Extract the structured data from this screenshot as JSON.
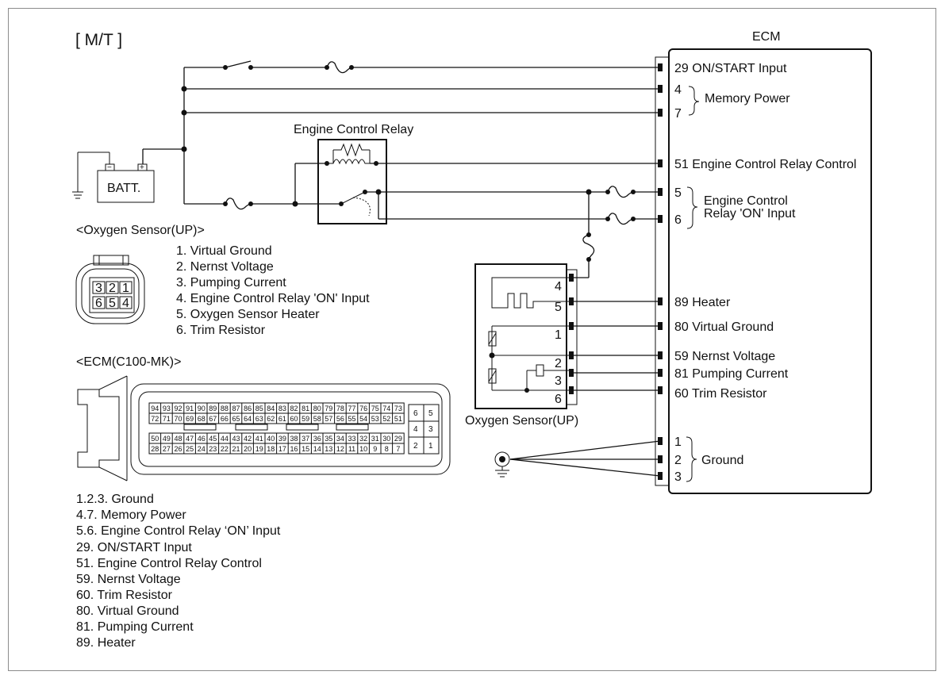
{
  "header": {
    "title": "[ M/T ]"
  },
  "ecm": {
    "title": "ECM",
    "pins": [
      {
        "no": "29",
        "label": "ON/START Input"
      },
      {
        "no": "4",
        "label": ""
      },
      {
        "no": "7",
        "label": ""
      },
      {
        "no": "51",
        "label": "Engine Control Relay Control"
      },
      {
        "no": "5",
        "label": ""
      },
      {
        "no": "6",
        "label": ""
      },
      {
        "no": "89",
        "label": "Heater"
      },
      {
        "no": "80",
        "label": "Virtual Ground"
      },
      {
        "no": "59",
        "label": "Nernst Voltage"
      },
      {
        "no": "81",
        "label": "Pumping Current"
      },
      {
        "no": "60",
        "label": "Trim Resistor"
      },
      {
        "no": "1",
        "label": ""
      },
      {
        "no": "2",
        "label": ""
      },
      {
        "no": "3",
        "label": ""
      }
    ],
    "groups": {
      "memory_power": "Memory Power",
      "relay_on_line1": "Engine Control",
      "relay_on_line2": "Relay 'ON' Input",
      "ground": "Ground"
    }
  },
  "battery": {
    "label": "BATT.",
    "minus": "−",
    "plus": "+"
  },
  "relay": {
    "title": "Engine Control Relay"
  },
  "o2_sensor": {
    "title": "Oxygen Sensor(UP)",
    "pins": [
      "4",
      "5",
      "1",
      "2",
      "3",
      "6"
    ]
  },
  "o2_connector": {
    "heading": "<Oxygen Sensor(UP)>",
    "top_row": [
      "3",
      "2",
      "1"
    ],
    "bottom_row": [
      "6",
      "5",
      "4"
    ],
    "legend": [
      "1. Virtual Ground",
      "2. Nernst Voltage",
      "3. Pumping Current",
      "4. Engine Control Relay 'ON' Input",
      "5. Oxygen Sensor Heater",
      "6. Trim Resistor"
    ]
  },
  "ecm_connector": {
    "heading": "<ECM(C100-MK)>",
    "row1": [
      "94",
      "93",
      "92",
      "91",
      "90",
      "89",
      "88",
      "87",
      "86",
      "85",
      "84",
      "83",
      "82",
      "81",
      "80",
      "79",
      "78",
      "77",
      "76",
      "75",
      "74",
      "73"
    ],
    "row2": [
      "72",
      "71",
      "70",
      "69",
      "68",
      "67",
      "66",
      "65",
      "64",
      "63",
      "62",
      "61",
      "60",
      "59",
      "58",
      "57",
      "56",
      "55",
      "54",
      "53",
      "52",
      "51"
    ],
    "row3": [
      "50",
      "49",
      "48",
      "47",
      "46",
      "45",
      "44",
      "43",
      "42",
      "41",
      "40",
      "39",
      "38",
      "37",
      "36",
      "35",
      "34",
      "33",
      "32",
      "31",
      "30",
      "29"
    ],
    "row4": [
      "28",
      "27",
      "26",
      "25",
      "24",
      "23",
      "22",
      "21",
      "20",
      "19",
      "18",
      "17",
      "16",
      "15",
      "14",
      "13",
      "12",
      "11",
      "10",
      "9",
      "8",
      "7"
    ],
    "small_grid": [
      "6",
      "5",
      "4",
      "3",
      "2",
      "1"
    ],
    "legend": [
      "1.2.3. Ground",
      "4.7. Memory Power",
      "5.6. Engine Control Relay ‘ON’ Input",
      "29. ON/START Input",
      "51. Engine Control Relay Control",
      "59. Nernst Voltage",
      "60. Trim Resistor",
      "80. Virtual Ground",
      "81. Pumping Current",
      "89. Heater"
    ]
  }
}
